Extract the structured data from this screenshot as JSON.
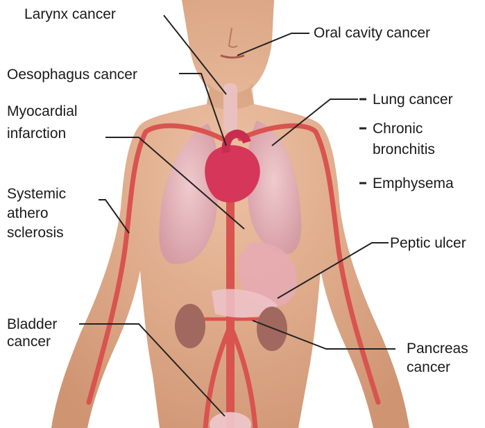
{
  "labels": {
    "larynx": "Larynx cancer",
    "oral": "Oral cavity cancer",
    "oesophagus": "Oesophagus cancer",
    "myocardial_1": "Myocardial",
    "myocardial_2": "infarction",
    "lung": "Lung cancer",
    "bronchitis_1": "Chronic",
    "bronchitis_2": "bronchitis",
    "emphysema": "Emphysema",
    "athero_1": "Systemic",
    "athero_2": "athero",
    "athero_3": "sclerosis",
    "peptic": "Peptic ulcer",
    "bladder_1": "Bladder",
    "bladder_2": "cancer",
    "pancreas_1": "Pancreas",
    "pancreas_2": "cancer"
  },
  "colors": {
    "skin": "#e3b08f",
    "skin_shade": "#c98f6b",
    "artery": "#d9534f",
    "lung": "#e3b3bd",
    "heart": "#d6365a",
    "kidney": "#a0685e",
    "stomach": "#e6aab4",
    "leader": "#222222"
  }
}
